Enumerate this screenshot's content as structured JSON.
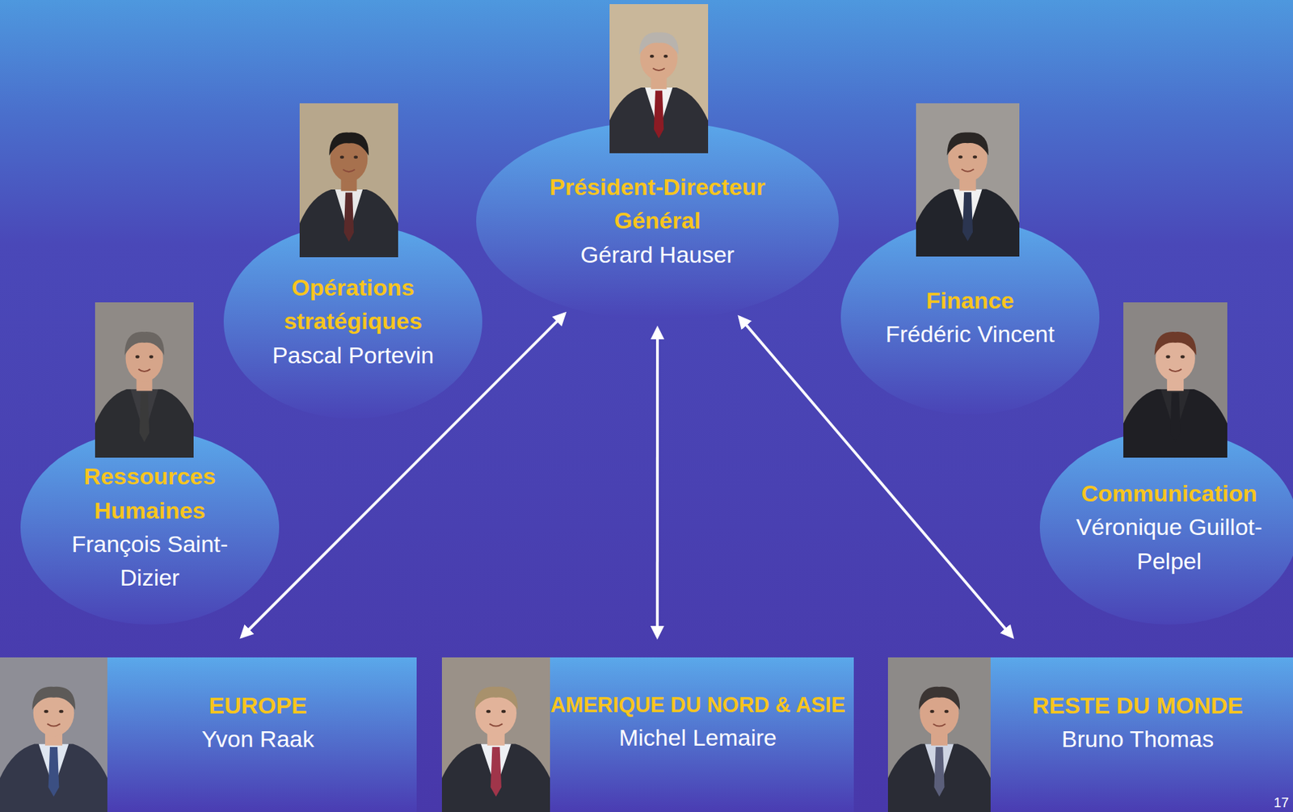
{
  "diagram": {
    "nodes": [
      {
        "text": [
          "Président-Directeur Général",
          "Gérard Hauser"
        ]
      },
      {
        "text": [
          "Opérations stratégiques",
          "Pascal Portevin"
        ]
      },
      {
        "text": [
          "Finance",
          "Frédéric Vincent"
        ]
      },
      {
        "text": [
          "Ressources Humaines",
          "François Saint-Dizier"
        ]
      },
      {
        "text": [
          "Communication",
          "Véronique Guillot-Pelpel"
        ]
      },
      {
        "text": [
          "EUROPE",
          "Yvon Raak"
        ]
      },
      {
        "text": [
          "AMERIQUE DU NORD & ASIE",
          "Michel Lemaire"
        ]
      },
      {
        "text": [
          "RESTE DU MONDE",
          "Bruno Thomas"
        ]
      }
    ],
    "edges": [
      {
        "from": 5,
        "to": 0,
        "arrow": "both"
      },
      {
        "from": 6,
        "to": 0,
        "arrow": "both"
      },
      {
        "from": 7,
        "to": 0,
        "arrow": "both"
      }
    ],
    "labels": [
      "17"
    ]
  }
}
